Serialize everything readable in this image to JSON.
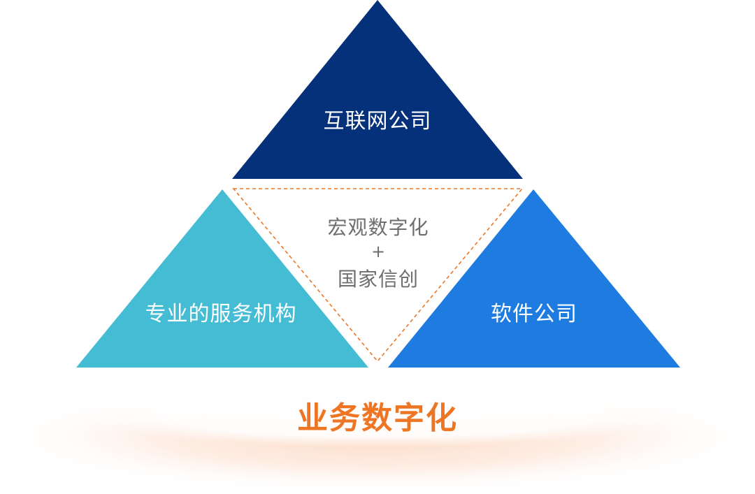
{
  "diagram": {
    "top_triangle": {
      "label": "互联网公司",
      "color": "#05307a"
    },
    "left_triangle": {
      "label": "专业的服务机构",
      "color": "#43bcd4"
    },
    "right_triangle": {
      "label": "软件公司",
      "color": "#1e7be0"
    },
    "center_triangle": {
      "line1": "宏观数字化",
      "plus": "+",
      "line2": "国家信创",
      "border_color": "#ee7523"
    },
    "foundation": {
      "label": "业务数字化",
      "color": "#ee7523"
    }
  },
  "colors": {
    "label_text": "#ffffff",
    "center_text": "#6e6e6e",
    "glow": "#fbd9c4"
  }
}
